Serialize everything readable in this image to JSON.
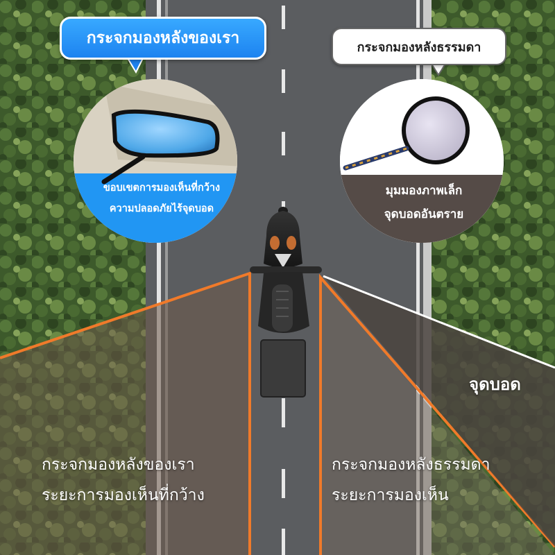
{
  "labels": {
    "our_mirror_title": "กระจกมองหลังของเรา",
    "normal_mirror_title": "กระจกมองหลังธรรมดา",
    "our_mirror_caption": [
      "ขอบเขตการมองเห็นที่กว้าง",
      "ความปลอดภัยไร้จุดบอด"
    ],
    "normal_mirror_caption": [
      "มุมมองภาพเล็ก",
      "จุดบอดอันตราย"
    ],
    "bottom_left": [
      "กระจกมองหลังของเรา",
      "ระยะการมองเห็นที่กว้าง"
    ],
    "bottom_right": [
      "กระจกมองหลังธรรมดา",
      "ระยะการมองเห็น"
    ],
    "blind_spot": "จุดบอด"
  },
  "colors": {
    "accent_blue": "#2b96f8",
    "view_border": "#f07a2a",
    "road": "#5b5d60",
    "forest": "#3e5a2a",
    "dark_panel": "#554b47"
  }
}
